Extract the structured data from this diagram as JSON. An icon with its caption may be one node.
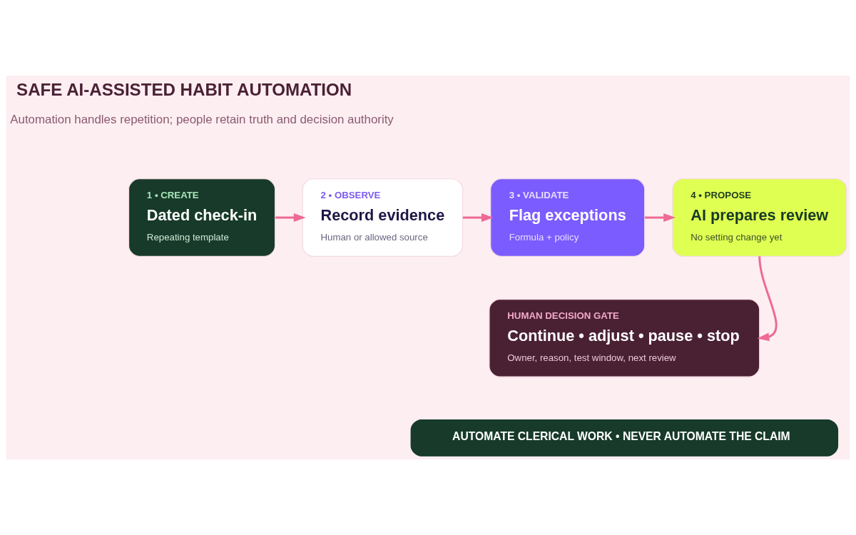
{
  "diagram": {
    "title": "SAFE AI-ASSISTED HABIT AUTOMATION",
    "nodes": [
      {
        "text": [
          "1 • CREATE",
          "Dated check-in",
          "Repeating template"
        ]
      },
      {
        "text": [
          "2 • OBSERVE",
          "Record evidence",
          "Human or allowed source"
        ]
      },
      {
        "text": [
          "3 • VALIDATE",
          "Flag exceptions",
          "Formula + policy"
        ]
      },
      {
        "text": [
          "4 • PROPOSE",
          "AI prepares review",
          "No setting change yet"
        ]
      },
      {
        "text": [
          "HUMAN DECISION GATE",
          "Continue • adjust • pause • stop",
          "Owner, reason, test window, next review"
        ]
      },
      {
        "text": [
          "AUTOMATE CLERICAL WORK • NEVER AUTOMATE THE CLAIM"
        ]
      }
    ],
    "edges": [
      {
        "from": 0,
        "to": 1,
        "arrow": "to"
      },
      {
        "from": 1,
        "to": 2,
        "arrow": "to"
      },
      {
        "from": 2,
        "to": 3,
        "arrow": "to"
      },
      {
        "from": 3,
        "to": 4,
        "arrow": "to"
      }
    ],
    "labels": [
      "Automation handles repetition; people retain truth and decision authority"
    ]
  }
}
